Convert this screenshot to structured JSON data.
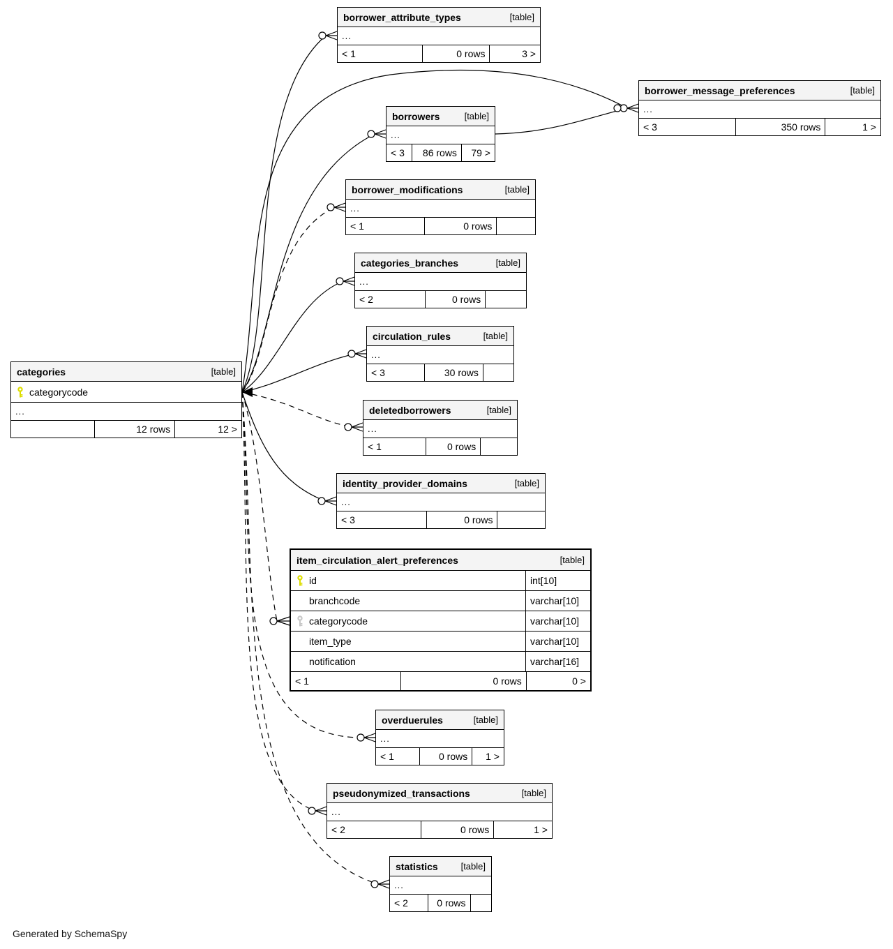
{
  "colors": {
    "header_bg": "#f4f4f4",
    "pk_key": "#dddd00",
    "fk_key": "#c8c8c8",
    "edge": "#000000"
  },
  "footer_note": "Generated by SchemaSpy",
  "tables": {
    "borrower_attribute_types": {
      "name": "borrower_attribute_types",
      "tag": "[table]",
      "ellipsis": "...",
      "footer": [
        "< 1",
        "0 rows",
        "3 >"
      ]
    },
    "borrower_message_preferences": {
      "name": "borrower_message_preferences",
      "tag": "[table]",
      "ellipsis": "...",
      "footer": [
        "< 3",
        "350 rows",
        "1 >"
      ]
    },
    "borrowers": {
      "name": "borrowers",
      "tag": "[table]",
      "ellipsis": "...",
      "footer": [
        "< 3",
        "86 rows",
        "79 >"
      ]
    },
    "borrower_modifications": {
      "name": "borrower_modifications",
      "tag": "[table]",
      "ellipsis": "...",
      "footer": [
        "< 1",
        "0 rows",
        ""
      ]
    },
    "categories_branches": {
      "name": "categories_branches",
      "tag": "[table]",
      "ellipsis": "...",
      "footer": [
        "< 2",
        "0 rows",
        ""
      ]
    },
    "circulation_rules": {
      "name": "circulation_rules",
      "tag": "[table]",
      "ellipsis": "...",
      "footer": [
        "< 3",
        "30 rows",
        ""
      ]
    },
    "categories": {
      "name": "categories",
      "tag": "[table]",
      "primary_key": "categorycode",
      "ellipsis": "...",
      "footer": [
        "",
        "12 rows",
        "12 >"
      ]
    },
    "deletedborrowers": {
      "name": "deletedborrowers",
      "tag": "[table]",
      "ellipsis": "...",
      "footer": [
        "< 1",
        "0 rows",
        ""
      ]
    },
    "identity_provider_domains": {
      "name": "identity_provider_domains",
      "tag": "[table]",
      "ellipsis": "...",
      "footer": [
        "< 3",
        "0 rows",
        ""
      ]
    },
    "item_circulation_alert_preferences": {
      "name": "item_circulation_alert_preferences",
      "tag": "[table]",
      "columns": [
        {
          "name": "id",
          "type": "int[10]"
        },
        {
          "name": "branchcode",
          "type": "varchar[10]"
        },
        {
          "name": "categorycode",
          "type": "varchar[10]"
        },
        {
          "name": "item_type",
          "type": "varchar[10]"
        },
        {
          "name": "notification",
          "type": "varchar[16]"
        }
      ],
      "footer": [
        "< 1",
        "0 rows",
        "0 >"
      ]
    },
    "overduerules": {
      "name": "overduerules",
      "tag": "[table]",
      "ellipsis": "...",
      "footer": [
        "< 1",
        "0 rows",
        "1 >"
      ]
    },
    "pseudonymized_transactions": {
      "name": "pseudonymized_transactions",
      "tag": "[table]",
      "ellipsis": "...",
      "footer": [
        "< 2",
        "0 rows",
        "1 >"
      ]
    },
    "statistics": {
      "name": "statistics",
      "tag": "[table]",
      "ellipsis": "...",
      "footer": [
        "< 2",
        "0 rows",
        ""
      ]
    }
  }
}
